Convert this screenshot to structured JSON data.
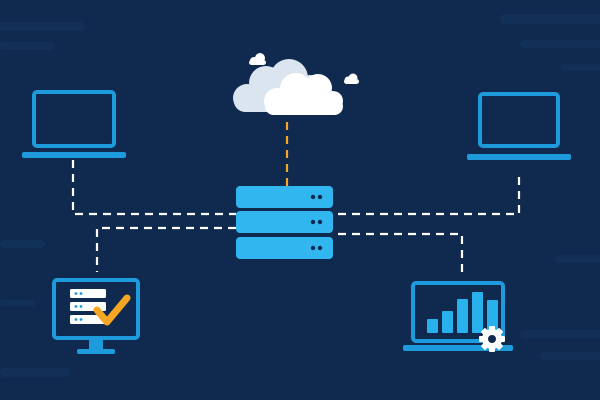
{
  "colors": {
    "background": "#0f2a4e",
    "background_stripe": "#163660",
    "accent_blue": "#1e9bdc",
    "accent_light": "#31b6f0",
    "server_dots": "#0f2a4e",
    "connector_white": "#ffffff",
    "connector_orange": "#f5a623",
    "checkmark_orange": "#f5a623",
    "cloud_white": "#ffffff",
    "cloud_shade": "#dbe5f0",
    "chart_bars": "#29b1ee"
  },
  "nodes": {
    "cloud": {
      "icon": "cloud-icon"
    },
    "server": {
      "icon": "server-stack-icon"
    },
    "laptop_left": {
      "icon": "laptop-icon"
    },
    "laptop_right": {
      "icon": "laptop-icon"
    },
    "monitor_checklist": {
      "icon": "monitor-checklist-icon"
    },
    "laptop_analytics": {
      "icon": "laptop-analytics-icon"
    }
  },
  "analytics_chart": {
    "bar_levels": [
      0.28,
      0.44,
      0.68,
      0.82,
      0.66
    ]
  }
}
